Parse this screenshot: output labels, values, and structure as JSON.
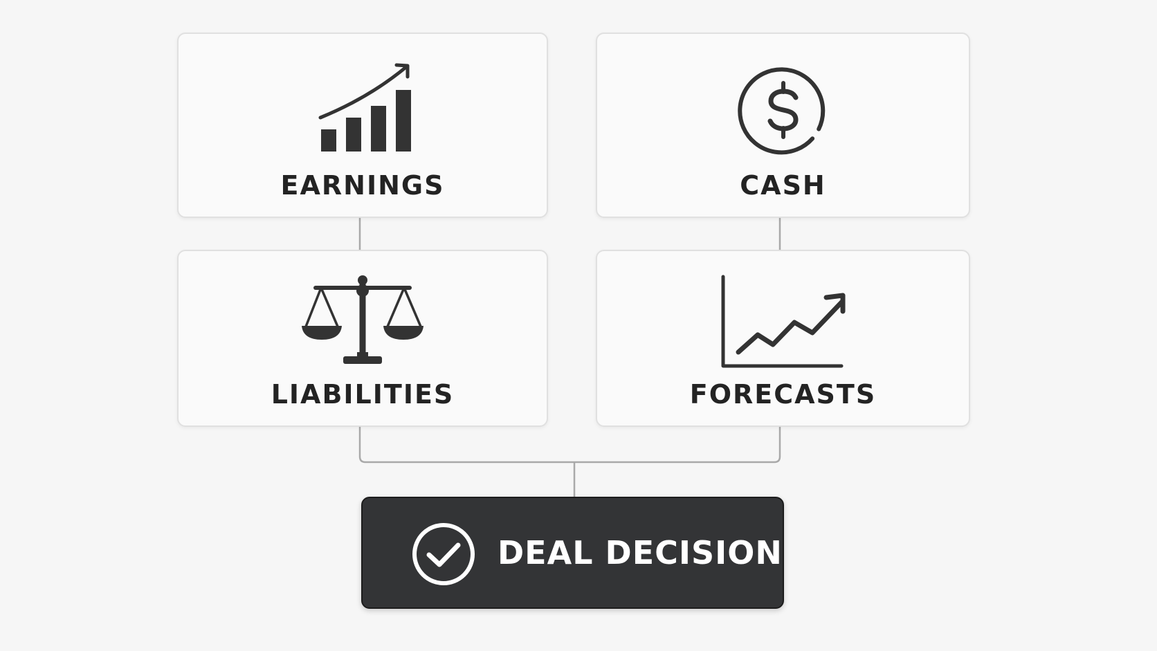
{
  "cards": {
    "earnings": {
      "label": "EARNINGS",
      "icon": "bar-chart-growth-icon"
    },
    "cash": {
      "label": "CASH",
      "icon": "dollar-circle-icon"
    },
    "liabilities": {
      "label": "LIABILITIES",
      "icon": "balance-scale-icon"
    },
    "forecasts": {
      "label": "FORECASTS",
      "icon": "line-chart-trend-icon"
    }
  },
  "decision": {
    "label": "DEAL DECISION",
    "icon": "check-circle-icon"
  },
  "colors": {
    "background": "#f6f6f6",
    "card_fill": "#fafafa",
    "card_border": "#e0e0e0",
    "icon_dark": "#333333",
    "decision_fill": "#333436",
    "decision_text": "#ffffff",
    "connector": "#a9a9a9"
  }
}
